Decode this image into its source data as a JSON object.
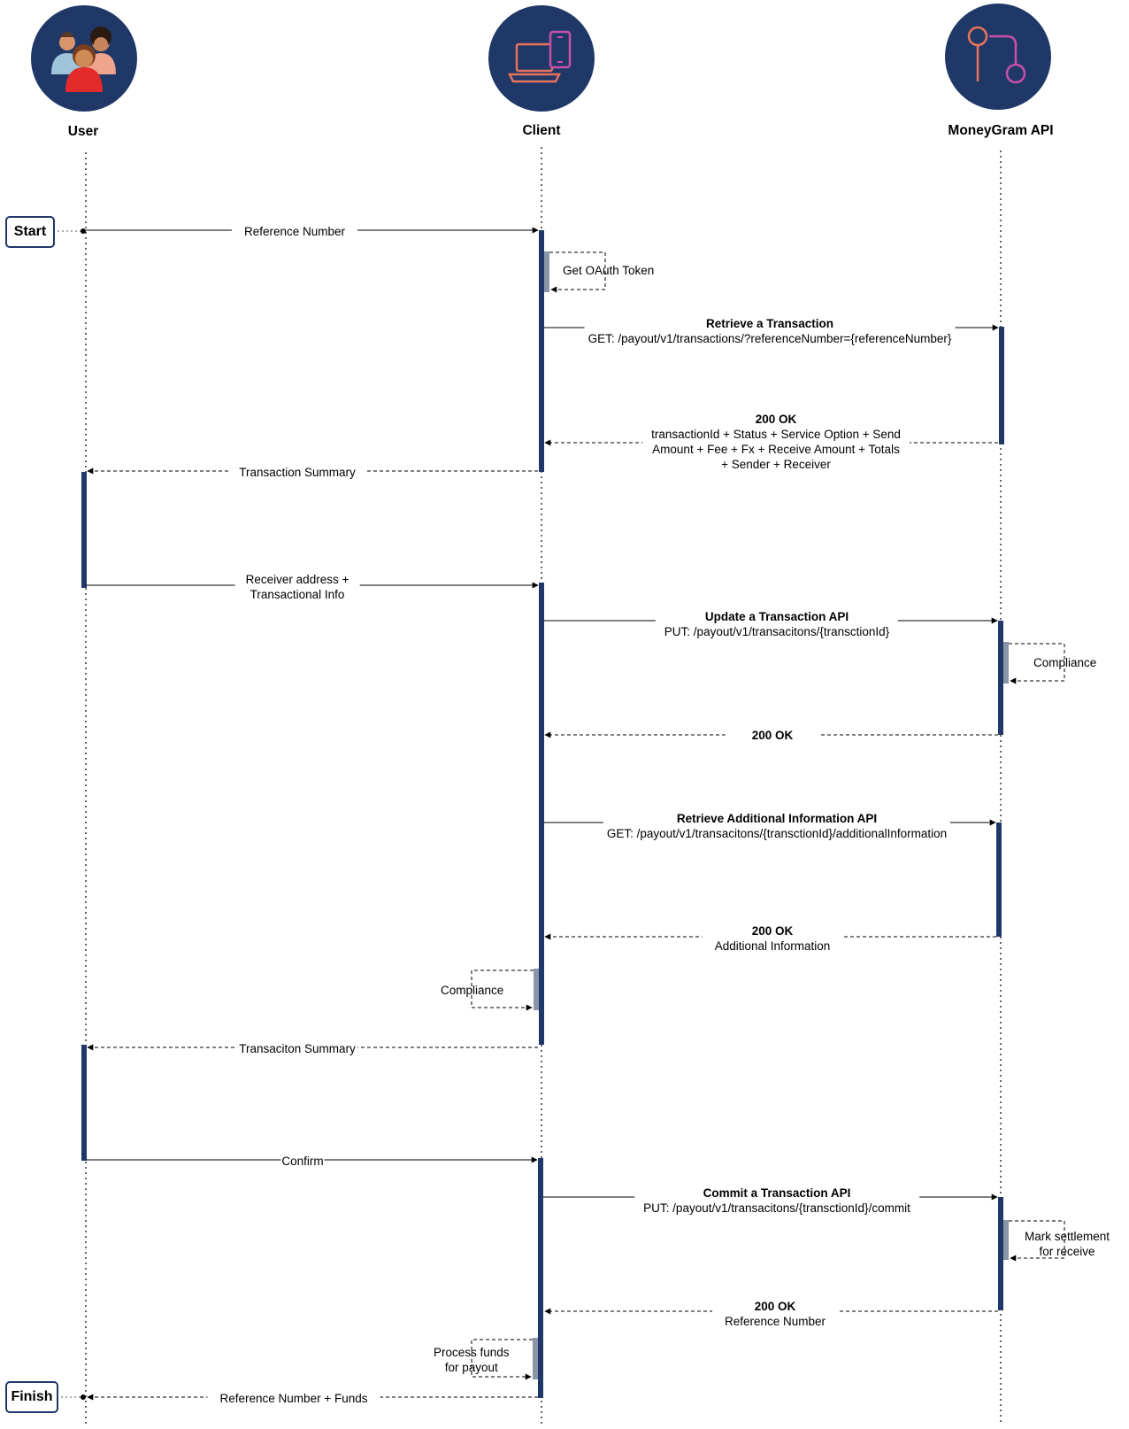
{
  "actors": [
    {
      "name": "User",
      "icon": "people-icon"
    },
    {
      "name": "Client",
      "icon": "laptop-phone-icon"
    },
    {
      "name": "MoneyGram API",
      "icon": "git-branch-icon"
    }
  ],
  "terminals": {
    "start": "Start",
    "finish": "Finish"
  },
  "messages": [
    {
      "id": "m1",
      "lines": [
        {
          "t": "Reference Number",
          "bold": false
        }
      ]
    },
    {
      "id": "m2",
      "lines": [
        {
          "t": "Get OAuth Token",
          "bold": false
        }
      ]
    },
    {
      "id": "m3",
      "lines": [
        {
          "t": "Retrieve a Transaction",
          "bold": true
        },
        {
          "t": "GET: /payout/v1/transactions/?referenceNumber={referenceNumber}",
          "bold": false
        }
      ]
    },
    {
      "id": "m4",
      "lines": [
        {
          "t": "200 OK",
          "bold": true
        },
        {
          "t": "transactionId + Status + Service Option + Send",
          "bold": false
        },
        {
          "t": "Amount + Fee + Fx + Receive Amount + Totals",
          "bold": false
        },
        {
          "t": "+ Sender + Receiver",
          "bold": false
        }
      ]
    },
    {
      "id": "m5",
      "lines": [
        {
          "t": "Transaction Summary",
          "bold": false
        }
      ]
    },
    {
      "id": "m6",
      "lines": [
        {
          "t": "Receiver address +",
          "bold": false
        },
        {
          "t": "Transactional Info",
          "bold": false
        }
      ]
    },
    {
      "id": "m7",
      "lines": [
        {
          "t": "Update a Transaction API",
          "bold": true
        },
        {
          "t": "PUT: /payout/v1/transacitons/{transctionId}",
          "bold": false
        }
      ]
    },
    {
      "id": "m8",
      "lines": [
        {
          "t": "Compliance",
          "bold": false
        }
      ]
    },
    {
      "id": "m9",
      "lines": [
        {
          "t": "200 OK",
          "bold": true
        }
      ]
    },
    {
      "id": "m10",
      "lines": [
        {
          "t": "Retrieve Additional Information API",
          "bold": true
        },
        {
          "t": "GET: /payout/v1/transacitons/{transctionId}/additionalInformation",
          "bold": false
        }
      ]
    },
    {
      "id": "m11",
      "lines": [
        {
          "t": "200 OK",
          "bold": true
        },
        {
          "t": "Additional Information",
          "bold": false
        }
      ]
    },
    {
      "id": "m12",
      "lines": [
        {
          "t": "Compliance",
          "bold": false
        }
      ]
    },
    {
      "id": "m13",
      "lines": [
        {
          "t": "Transaciton Summary",
          "bold": false
        }
      ]
    },
    {
      "id": "m14",
      "lines": [
        {
          "t": "Confirm",
          "bold": false
        }
      ]
    },
    {
      "id": "m15",
      "lines": [
        {
          "t": "Commit a Transaction API",
          "bold": true
        },
        {
          "t": "PUT: /payout/v1/transacitons/{transctionId}/commit",
          "bold": false
        }
      ]
    },
    {
      "id": "m16",
      "lines": [
        {
          "t": "Mark settlement",
          "bold": false
        },
        {
          "t": "for receive",
          "bold": false
        }
      ]
    },
    {
      "id": "m17",
      "lines": [
        {
          "t": "200 OK",
          "bold": true
        },
        {
          "t": "Reference Number",
          "bold": false
        }
      ]
    },
    {
      "id": "m18",
      "lines": [
        {
          "t": "Process funds",
          "bold": false
        },
        {
          "t": "for payout",
          "bold": false
        }
      ]
    },
    {
      "id": "m19",
      "lines": [
        {
          "t": "Reference Number + Funds",
          "bold": false
        }
      ]
    }
  ],
  "colors": {
    "navy": "#1f3868",
    "activation": "#1f3868",
    "self_activation": "#8a96a8",
    "icon_orange": "#e9735a",
    "icon_pink": "#c850a8"
  }
}
